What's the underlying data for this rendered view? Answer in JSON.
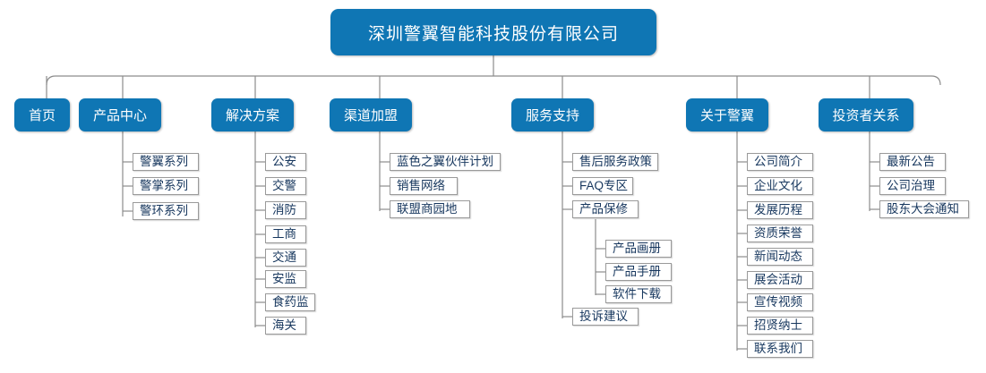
{
  "diagram": {
    "type": "sitemap-tree",
    "title_node": "深圳警翼智能科技股份有限公司",
    "colors": {
      "node_blue": "#0F76B4",
      "node_text": "#FFFFFF",
      "leaf_text": "#17375E",
      "leaf_border": "#9A9A9A",
      "connector": "#8C8C8C",
      "background": "#FFFFFF"
    },
    "root": {
      "label": "深圳警翼智能科技股份有限公司",
      "children": [
        {
          "label": "首页",
          "children": []
        },
        {
          "label": "产品中心",
          "children": [
            {
              "label": "警翼系列"
            },
            {
              "label": "警掌系列"
            },
            {
              "label": "警环系列"
            }
          ]
        },
        {
          "label": "解决方案",
          "children": [
            {
              "label": "公安"
            },
            {
              "label": "交警"
            },
            {
              "label": "消防"
            },
            {
              "label": "工商"
            },
            {
              "label": "交通"
            },
            {
              "label": "安监"
            },
            {
              "label": "食药监"
            },
            {
              "label": "海关"
            }
          ]
        },
        {
          "label": "渠道加盟",
          "children": [
            {
              "label": "蓝色之翼伙伴计划"
            },
            {
              "label": "销售网络"
            },
            {
              "label": "联盟商园地"
            }
          ]
        },
        {
          "label": "服务支持",
          "children": [
            {
              "label": "售后服务政策"
            },
            {
              "label": "FAQ专区"
            },
            {
              "label": "产品保修",
              "children": [
                {
                  "label": "产品画册"
                },
                {
                  "label": "产品手册"
                },
                {
                  "label": "软件下载"
                }
              ]
            },
            {
              "label": "投诉建议"
            }
          ]
        },
        {
          "label": "关于警翼",
          "children": [
            {
              "label": "公司简介"
            },
            {
              "label": "企业文化"
            },
            {
              "label": "发展历程"
            },
            {
              "label": "资质荣誉"
            },
            {
              "label": "新闻动态"
            },
            {
              "label": "展会活动"
            },
            {
              "label": "宣传视频"
            },
            {
              "label": "招贤纳士"
            },
            {
              "label": "联系我们"
            }
          ]
        },
        {
          "label": "投资者关系",
          "children": [
            {
              "label": "最新公告"
            },
            {
              "label": "公司治理"
            },
            {
              "label": "股东大会通知"
            }
          ]
        }
      ]
    },
    "flat": {
      "root": "深圳警翼智能科技股份有限公司",
      "l2": {
        "home": "首页",
        "products": "产品中心",
        "solutions": "解决方案",
        "channel": "渠道加盟",
        "service": "服务支持",
        "about": "关于警翼",
        "investor": "投资者关系"
      },
      "products": [
        "警翼系列",
        "警掌系列",
        "警环系列"
      ],
      "solutions": [
        "公安",
        "交警",
        "消防",
        "工商",
        "交通",
        "安监",
        "食药监",
        "海关"
      ],
      "channel": [
        "蓝色之翼伙伴计划",
        "销售网络",
        "联盟商园地"
      ],
      "service": [
        "售后服务政策",
        "FAQ专区",
        "产品保修",
        "投诉建议"
      ],
      "warranty": [
        "产品画册",
        "产品手册",
        "软件下载"
      ],
      "about": [
        "公司简介",
        "企业文化",
        "发展历程",
        "资质荣誉",
        "新闻动态",
        "展会活动",
        "宣传视频",
        "招贤纳士",
        "联系我们"
      ],
      "investor": [
        "最新公告",
        "公司治理",
        "股东大会通知"
      ]
    }
  }
}
